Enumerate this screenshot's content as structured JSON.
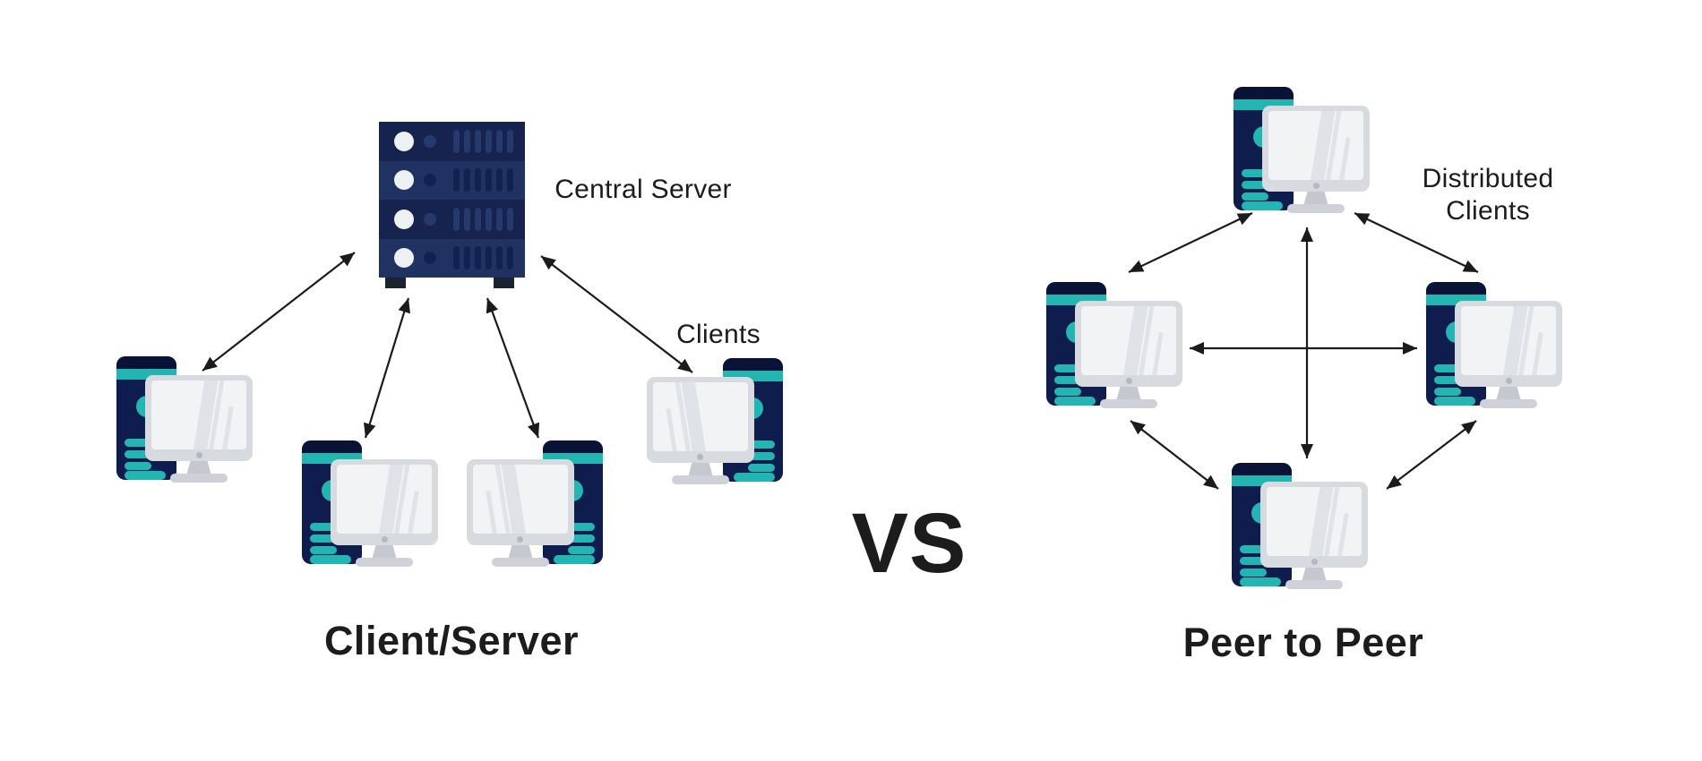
{
  "left_diagram": {
    "title": "Client/Server",
    "server_label": "Central Server",
    "clients_label": "Clients",
    "structure": {
      "type": "star",
      "hub": "central-server",
      "clients": [
        "client-1",
        "client-2",
        "client-3",
        "client-4"
      ],
      "links": [
        {
          "from": "central-server",
          "to": "client-1",
          "bidirectional": true
        },
        {
          "from": "central-server",
          "to": "client-2",
          "bidirectional": true
        },
        {
          "from": "central-server",
          "to": "client-3",
          "bidirectional": true
        },
        {
          "from": "central-server",
          "to": "client-4",
          "bidirectional": true
        }
      ]
    }
  },
  "vs_label": "VS",
  "right_diagram": {
    "title": "Peer to Peer",
    "clients_label": "Distributed Clients",
    "structure": {
      "type": "mesh",
      "peers": [
        "peer-top",
        "peer-left",
        "peer-right",
        "peer-bottom"
      ],
      "links": [
        {
          "from": "peer-top",
          "to": "peer-left",
          "bidirectional": true
        },
        {
          "from": "peer-top",
          "to": "peer-right",
          "bidirectional": true
        },
        {
          "from": "peer-top",
          "to": "peer-bottom",
          "bidirectional": true
        },
        {
          "from": "peer-left",
          "to": "peer-right",
          "bidirectional": true
        },
        {
          "from": "peer-left",
          "to": "peer-bottom",
          "bidirectional": true
        },
        {
          "from": "peer-right",
          "to": "peer-bottom",
          "bidirectional": true
        }
      ]
    }
  },
  "palette": {
    "navy": "#0e1c4e",
    "navy-dark": "#091338",
    "teal": "#23b5b1",
    "server-row-dark": "#15234e",
    "server-row-light": "#1f3262",
    "unit-accent-light": "#26396d",
    "unit-accent-dark": "#122250",
    "monitor-frame": "#d7dade",
    "screen": "#f2f3f5",
    "glare": "#dfe2e6",
    "stand-neck": "#c5c9cf",
    "stand-base": "#ced2d8",
    "chin-dot": "#b4b9c0",
    "led": "#eef1f3",
    "feet": "#1a2330",
    "arrow": "#1b1b1b",
    "text": "#1c1c1c",
    "background": "#ffffff"
  }
}
